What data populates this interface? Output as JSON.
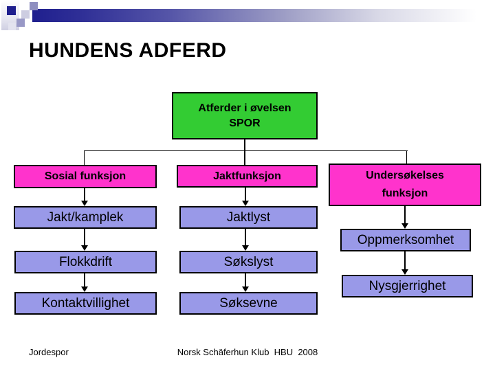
{
  "slide": {
    "title": "HUNDENS ADFERD",
    "footer": {
      "left": "Jordespor",
      "center": "Norsk Schäferhun Klub  HBU  2008"
    }
  },
  "colors": {
    "root_green": "#33cc33",
    "function_pink": "#ff33cc",
    "trait_purple": "#9999e8",
    "accent_navy": "#1f1f8e",
    "text": "#000000",
    "background": "#ffffff"
  },
  "diagram": {
    "root": {
      "line1": "Atferder i øvelsen",
      "line2": "SPOR"
    },
    "columns": [
      {
        "header": "Sosial funksjon",
        "items": [
          "Jakt/kamplek",
          "Flokkdrift",
          "Kontaktvillighet"
        ]
      },
      {
        "header": "Jaktfunksjon",
        "items": [
          "Jaktlyst",
          "Søkslyst",
          "Søksevne"
        ]
      },
      {
        "header": {
          "line1": "Undersøkelses",
          "line2": "funksjon"
        },
        "items": [
          "Oppmerksomhet",
          "Nysgjerrighet"
        ]
      }
    ]
  }
}
